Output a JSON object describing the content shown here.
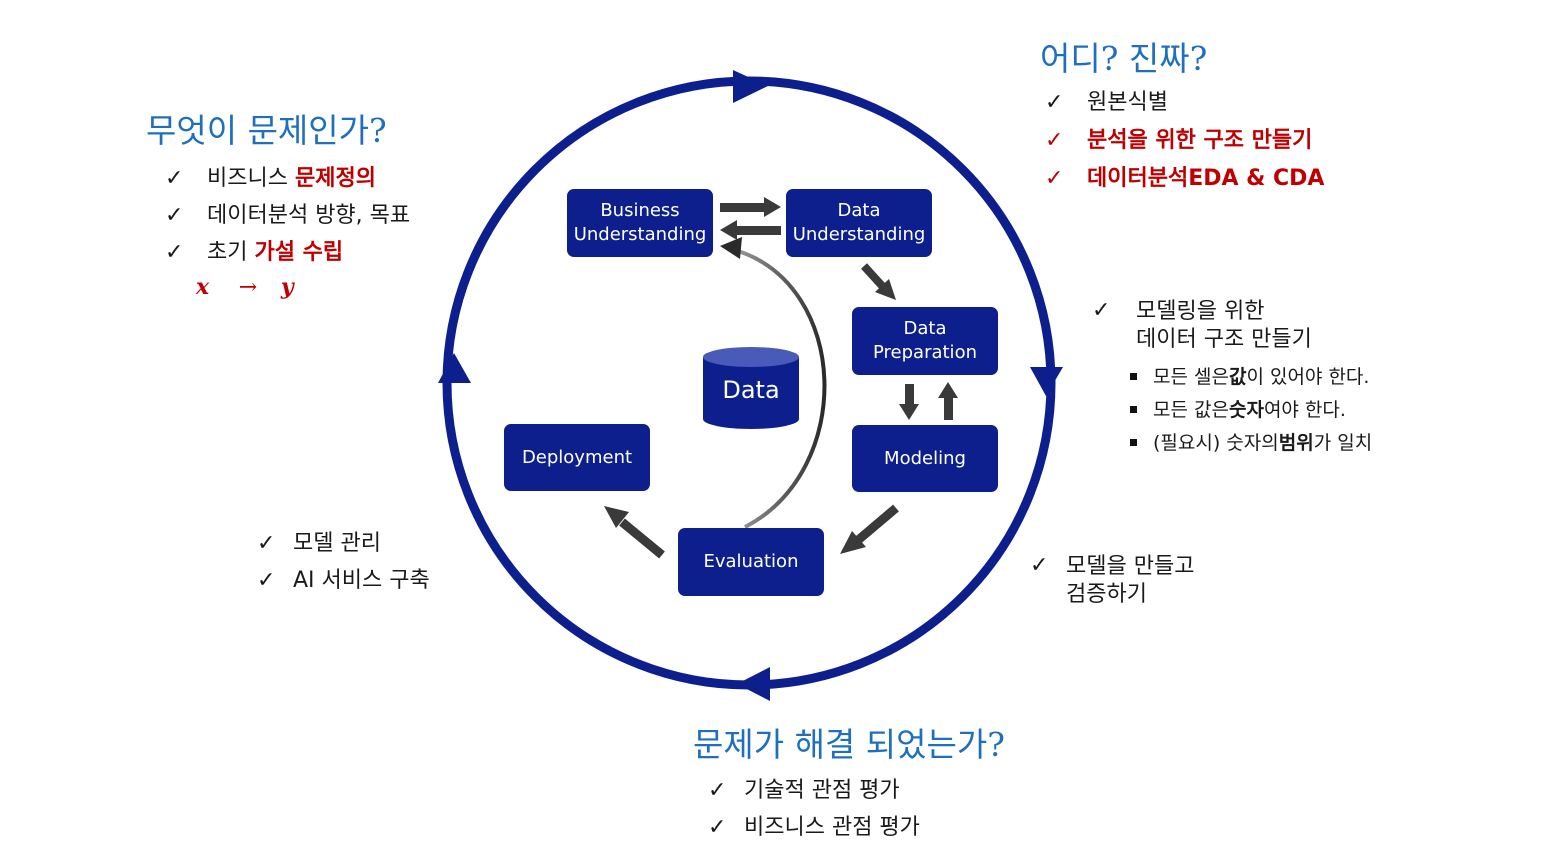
{
  "colors": {
    "ring": "#0d1f8c",
    "box": "#0d1f8c",
    "heading": "#1f6fbf",
    "highlight": "#c00000",
    "arrow": "#3a3a3a"
  },
  "icons": {
    "check": "check-icon",
    "bullet": "square-bullet-icon"
  },
  "top_left": {
    "heading": "무엇이 문제인가?",
    "items": [
      {
        "pre": "비즈니스 ",
        "em": "문제정의"
      },
      {
        "pre": "데이터분석 방향, 목표"
      },
      {
        "pre": "초기 ",
        "em": "가설 수립"
      }
    ],
    "formula": {
      "x": "x",
      "arrow": "→",
      "y": "y"
    }
  },
  "top_right": {
    "heading": "어디? 진짜?",
    "items": [
      {
        "text": "원본식별"
      },
      {
        "em": "분석을 위한 구조 만들기"
      },
      {
        "em": "데이터분석EDA & CDA"
      }
    ]
  },
  "right_mid": {
    "line1": "모델링을 위한",
    "line2": "데이터 구조 만들기",
    "bullets": [
      {
        "pre": "모든 셀은 ",
        "bold": "값",
        "post": "이 있어야 한다."
      },
      {
        "pre": "모든 값은 ",
        "bold": "숫자",
        "post": " 여야 한다."
      },
      {
        "pre": "(필요시) 숫자의 ",
        "bold": "범위",
        "post": "가 일치"
      }
    ]
  },
  "right_low": {
    "line1": "모델을 만들고",
    "line2": "검증하기"
  },
  "left_low": {
    "items": [
      "모델 관리",
      "AI 서비스 구축"
    ]
  },
  "bottom": {
    "heading": "문제가 해결 되었는가?",
    "items": [
      "기술적 관점 평가",
      "비즈니스 관점 평가"
    ]
  },
  "diagram": {
    "business": {
      "line1": "Business",
      "line2": "Understanding"
    },
    "data_understanding": {
      "line1": "Data",
      "line2": "Understanding"
    },
    "data_preparation": {
      "line1": "Data",
      "line2": "Preparation"
    },
    "modeling": "Modeling",
    "evaluation": "Evaluation",
    "deployment": "Deployment",
    "data": "Data"
  }
}
